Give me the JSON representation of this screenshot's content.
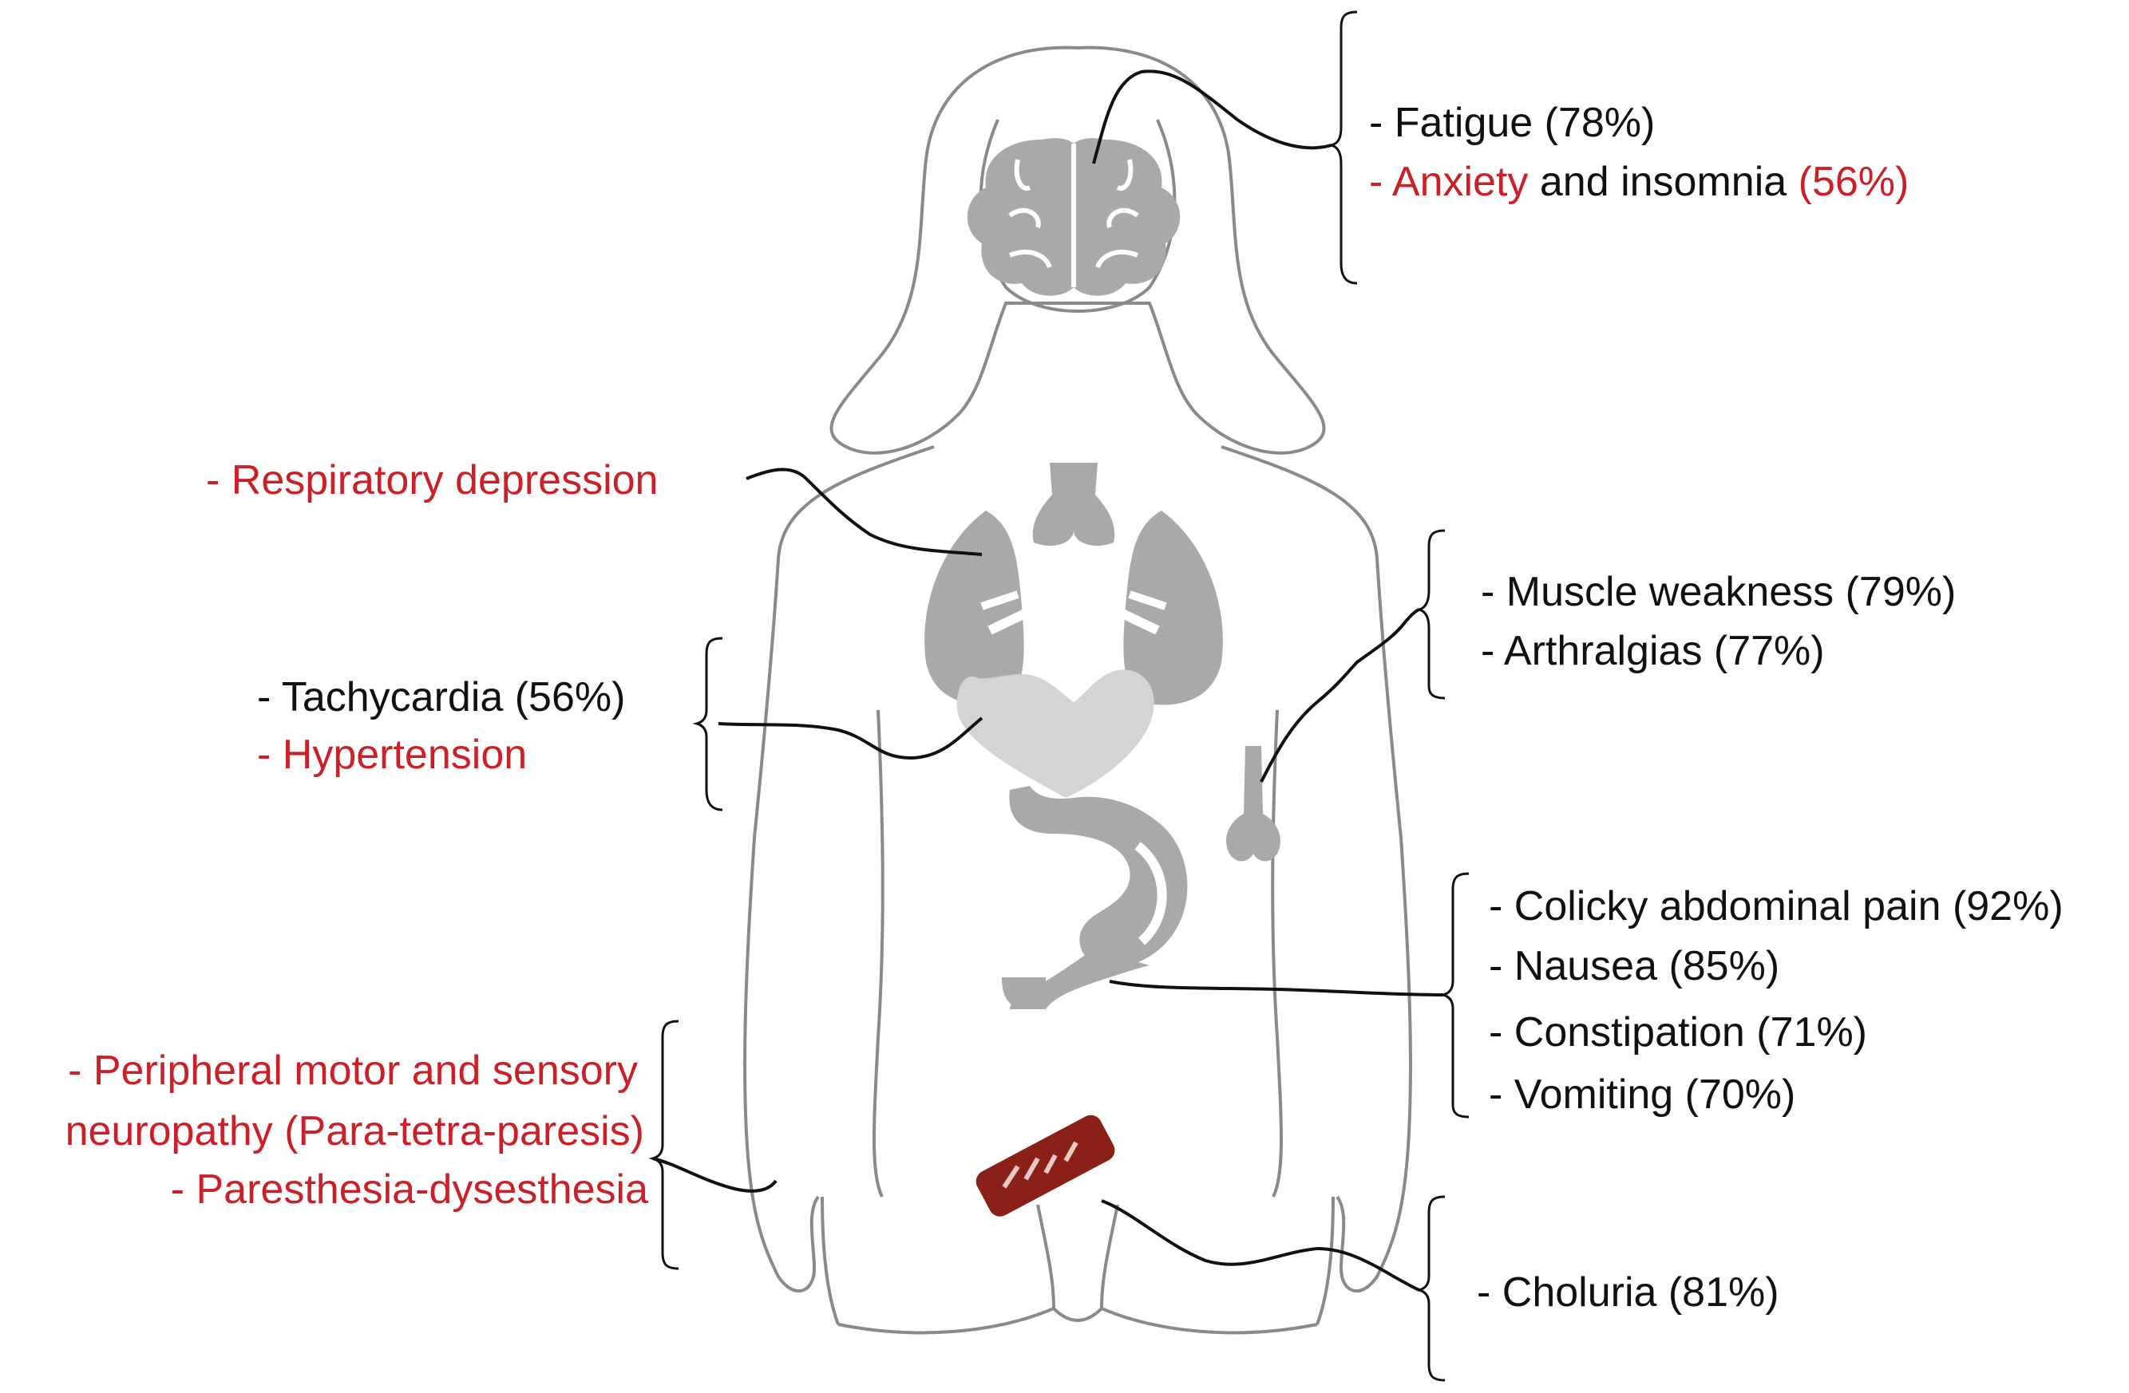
{
  "colors": {
    "outline": "#8a8a8a",
    "organ": "#a9a9a9",
    "organ_light": "#d4d4d4",
    "leader": "#111111",
    "text": "#111111",
    "highlight": "#cc1f27",
    "urine_tube": "#8b2018"
  },
  "icons": {
    "brain": "brain-icon",
    "lungs": "lungs-icon",
    "heart": "heart-icon",
    "intestine": "intestine-icon",
    "bone": "bone-icon",
    "urine_tube": "urine-tube-icon",
    "body": "human-body-outline"
  },
  "labels": {
    "fatigue": {
      "pre": "- Fatigue (78%)"
    },
    "anxiety": {
      "dash_red": "- Anxiety",
      "mid_black": " and insomnia ",
      "pct_red": "(56%)"
    },
    "respiratory": "- Respiratory depression",
    "tachycardia": "- Tachycardia (56%)",
    "hypertension": "- Hypertension",
    "muscle_weakness": "- Muscle weakness (79%)",
    "arthralgias": "- Arthralgias (77%)",
    "colicky": "- Colicky abdominal pain (92%)",
    "nausea": "- Nausea (85%)",
    "constipation": "- Constipation (71%)",
    "vomiting": "- Vomiting (70%)",
    "neuropathy_1": "- Peripheral motor and sensory",
    "neuropathy_2": "neuropathy (Para-tetra-paresis)",
    "paresthesia": "- Paresthesia-dysesthesia",
    "choluria": "- Choluria (81%)"
  }
}
